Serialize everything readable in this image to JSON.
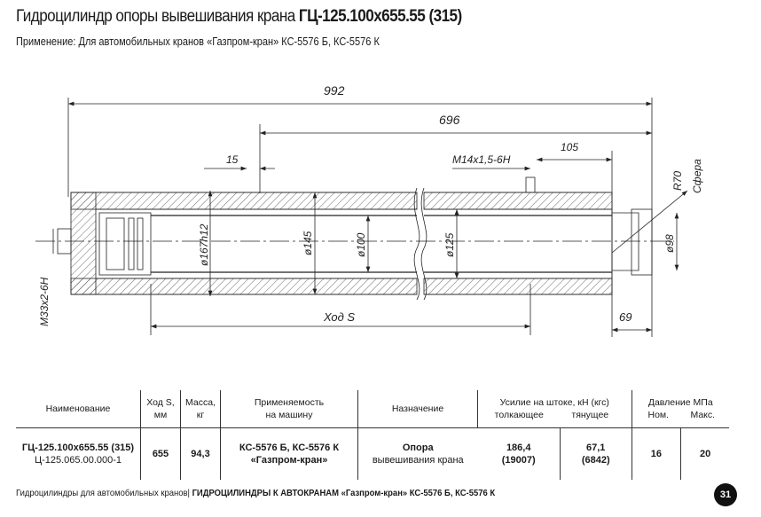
{
  "header": {
    "title_prefix": "Гидроцилиндр опоры вывешивания крана ",
    "title_model": "ГЦ-125.100х655.55 (315)",
    "subtitle": "Применение: Для автомобильных кранов «Газпром-кран» КС-5576 Б, КС-5576 К"
  },
  "drawing": {
    "d_992": "992",
    "d_696": "696",
    "d_15": "15",
    "d_105": "105",
    "thread_port": "M14x1,5-6H",
    "d_167": "ø167h12",
    "d_145": "ø145",
    "d_100": "ø100",
    "d_125": "ø125",
    "d_98": "ø98",
    "r70": "R70",
    "sphere": "Сфера",
    "stroke": "Ход S",
    "d_69": "69",
    "thread_end": "M33x2-6H"
  },
  "table": {
    "headers": {
      "name": "Наименование",
      "stroke": "Ход S,",
      "stroke_unit": "мм",
      "mass": "Масса,",
      "mass_unit": "кг",
      "applic": "Применяемость",
      "applic2": "на машину",
      "purpose": "Назначение",
      "force": "Усилие на штоке, кН (кгс)",
      "push": "толкающее",
      "pull": "тянущее",
      "pressure": "Давление МПа",
      "nom": "Ном.",
      "max": "Макс."
    },
    "row": {
      "name": "ГЦ-125.100х655.55 (315)",
      "code": "Ц-125.065.00.000-1",
      "stroke": "655",
      "mass": "94,3",
      "applic": "КС-5576 Б, КС-5576 К",
      "applic2": "«Газпром-кран»",
      "purpose": "Опора",
      "purpose2": "вывешивания крана",
      "push": "186,4",
      "push_kgf": "(19007)",
      "pull": "67,1",
      "pull_kgf": "(6842)",
      "nom": "16",
      "max": "20"
    }
  },
  "footer": {
    "left": "Гидроцилиндры для автомобильных кранов| ",
    "right": "ГИДРОЦИЛИНДРЫ К АВТОКРАНАМ «Газпром-кран» КС-5576 Б, КС-5576 К",
    "page": "31"
  }
}
